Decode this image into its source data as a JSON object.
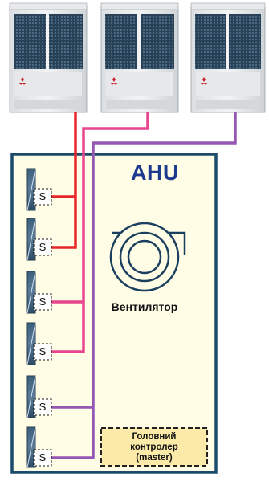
{
  "ahu": {
    "title": "AHU"
  },
  "fan": {
    "label": "Вентилятор",
    "icon": "fan-icon"
  },
  "controller": {
    "line1": "Головний",
    "line2": "контролер",
    "line3": "(master)"
  },
  "coils": [
    {
      "sensor_label": "S"
    },
    {
      "sensor_label": "S"
    },
    {
      "sensor_label": "S"
    },
    {
      "sensor_label": "S"
    },
    {
      "sensor_label": "S"
    },
    {
      "sensor_label": "S"
    }
  ],
  "outdoor_units": [
    {
      "logo": "mitsubishi-electric-logo"
    },
    {
      "logo": "mitsubishi-electric-logo"
    },
    {
      "logo": "mitsubishi-electric-logo"
    }
  ],
  "colors": {
    "frame": "#1b4a6b",
    "title": "#1d3a8f",
    "pipe_red": "#e8262a",
    "pipe_pink": "#e8458f",
    "pipe_purple": "#9457b3",
    "controller_fill": "#fbeaa8",
    "controller_border": "#222222",
    "ahu_fill": "#fffde6"
  }
}
